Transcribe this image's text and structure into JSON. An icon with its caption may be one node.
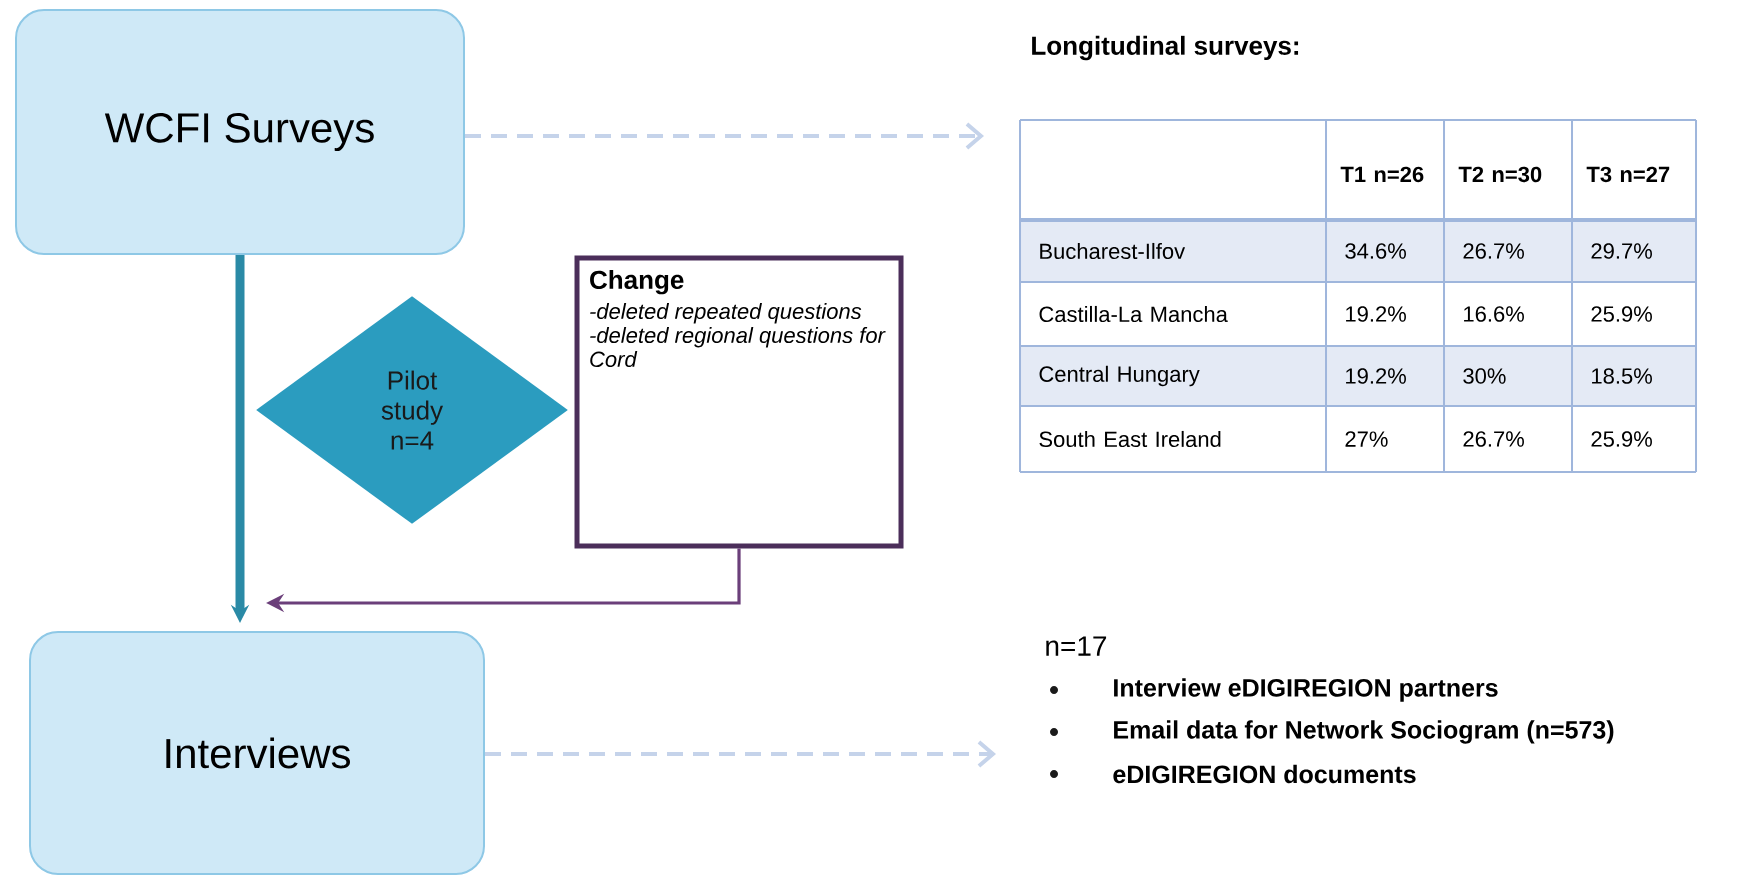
{
  "diagram": {
    "nodes": [
      {
        "text": [
          "WCFI Surveys"
        ]
      },
      {
        "text": [
          "Pilot study n=4"
        ]
      },
      {
        "text": [
          "Change",
          "-deleted repeated questions",
          "-deleted regional questions for Cord"
        ]
      },
      {
        "text": [
          "Interviews"
        ]
      }
    ],
    "edges": [
      {
        "from": 0,
        "to": 3,
        "arrow": "to",
        "style": "thick",
        "color": "#2a8aa6"
      },
      {
        "from": 2,
        "to": 3,
        "arrow": "to",
        "color": "#6b3f7a"
      },
      {
        "from": 0,
        "to": null,
        "arrow": "to",
        "style": "dashed",
        "color": "#c5d3ea"
      },
      {
        "from": 3,
        "to": null,
        "arrow": "to",
        "style": "dashed",
        "color": "#c5d3ea"
      }
    ],
    "labels": [
      "Longitudinal surveys:",
      "T1 n=26",
      "T2 n=30",
      "T3 n=27",
      "Bucharest-Ilfov",
      "34.6%",
      "26.7%",
      "29.7%",
      "Castilla-La Mancha",
      "19.2%",
      "16.6%",
      "25.9%",
      "Central Hungary",
      "19.2%",
      "30%",
      "18.5%",
      "South East Ireland",
      "27%",
      "26.7%",
      "25.9%",
      "n=17",
      "Interview eDIGIREGION partners",
      "Email data for Network Sociogram (n=573)",
      "eDIGIREGION documents"
    ]
  }
}
